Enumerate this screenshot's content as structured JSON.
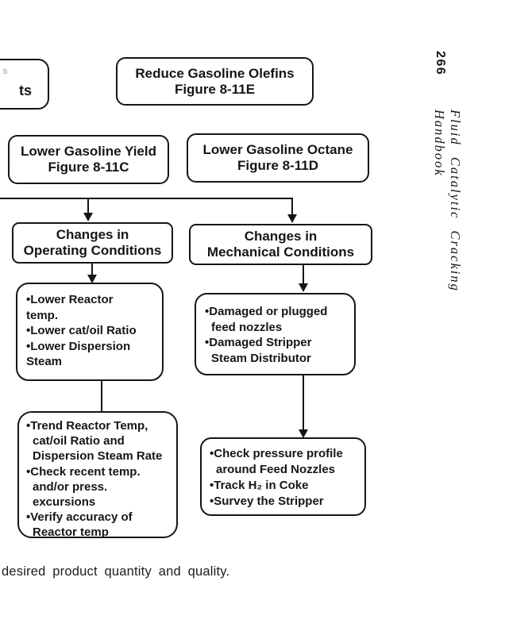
{
  "page": {
    "page_number": "266",
    "running_head": "Fluid Catalytic Cracking Handbook",
    "caption_fragment": "desired product quantity and quality."
  },
  "colors": {
    "ink": "#161616",
    "paper": "#ffffff"
  },
  "flowchart": {
    "truncated_box": {
      "faint_fragment": "s",
      "fragment": "ts"
    },
    "reduce_olefins": {
      "line1": "Reduce Gasoline Olefins",
      "line2": "Figure 8-11E"
    },
    "lower_yield": {
      "line1": "Lower Gasoline Yield",
      "line2": "Figure 8-11C"
    },
    "lower_octane": {
      "line1": "Lower Gasoline Octane",
      "line2": "Figure 8-11D"
    },
    "changes_operating": {
      "line1": "Changes in",
      "line2": "Operating Conditions"
    },
    "changes_mechanical": {
      "line1": "Changes in",
      "line2": "Mechanical Conditions"
    },
    "operating_causes": {
      "lines": [
        "•Lower Reactor",
        "temp.",
        "•Lower cat/oil Ratio",
        "•Lower Dispersion",
        "Steam"
      ]
    },
    "mechanical_causes": {
      "lines": [
        "•Damaged or plugged",
        "feed nozzles",
        "•Damaged Stripper",
        "Steam Distributor"
      ]
    },
    "operating_actions": {
      "lines": [
        "•Trend Reactor Temp,",
        "cat/oil Ratio and",
        "Dispersion Steam Rate",
        "•Check recent temp.",
        "and/or press.",
        "excursions",
        "•Verify accuracy of",
        "Reactor temp"
      ]
    },
    "mechanical_actions": {
      "lines": [
        "•Check pressure profile",
        "around Feed Nozzles",
        "•Track H₂ in Coke",
        "•Survey the Stripper"
      ]
    }
  }
}
